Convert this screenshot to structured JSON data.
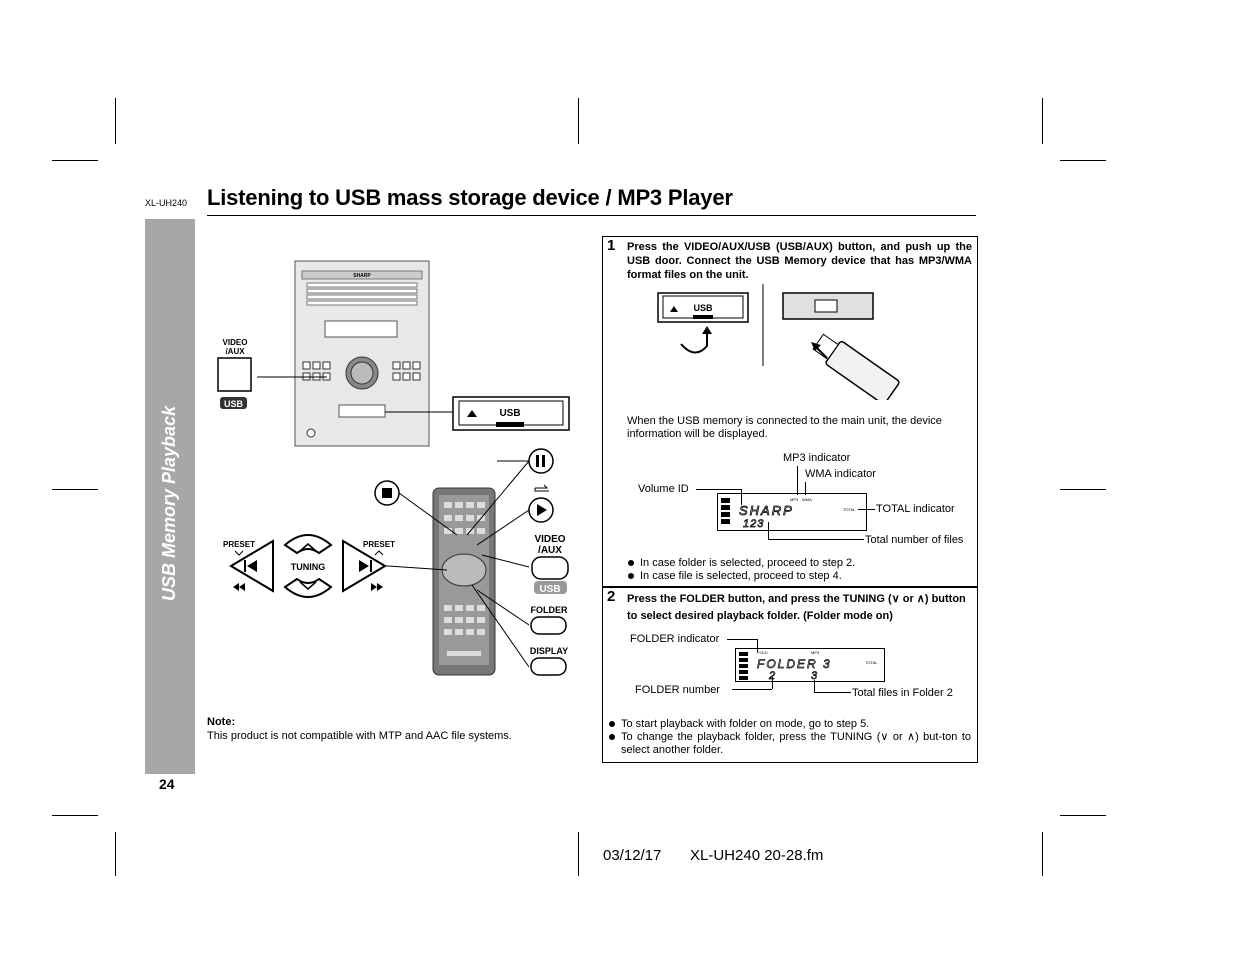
{
  "header": {
    "model": "XL-UH240",
    "title": "Listening to USB mass storage device / MP3 Player"
  },
  "sidebar": {
    "section": "USB Memory Playback"
  },
  "page_number": "24",
  "figure_left": {
    "video_aux_label": "VIDEO\n/AUX",
    "usb_badge": "USB",
    "usb_door_label": "USB",
    "preset_left": "PRESET",
    "preset_right": "PRESET",
    "tuning": "TUNING",
    "video_aux_label2": "VIDEO\n/AUX",
    "usb_badge2": "USB",
    "folder_label": "FOLDER",
    "display_label": "DISPLAY",
    "brand": "SHARP"
  },
  "note": {
    "heading": "Note:",
    "text": "This product is not compatible with MTP and AAC file systems."
  },
  "steps": [
    {
      "number": "1",
      "instruction": "Press the VIDEO/AUX/USB (USB/AUX) button, and push up the USB door. Connect the USB Memory device that has MP3/WMA format files on the unit.",
      "usb_door_label": "USB",
      "info_text": "When the USB memory is connected to the main unit, the device information will be displayed.",
      "display": {
        "main_text": "SHARP",
        "sub_text": "123",
        "mp3_label": "MP3",
        "wma_label": "WMA",
        "total_label": "TOTAL"
      },
      "callouts": {
        "mp3_indicator": "MP3 indicator",
        "wma_indicator": "WMA indicator",
        "volume_id": "Volume ID",
        "total_indicator": "TOTAL indicator",
        "total_files": "Total number of files"
      },
      "bullets": [
        "In case folder is selected, proceed to step 2.",
        "In case file is selected, proceed to step 4."
      ]
    },
    {
      "number": "2",
      "instruction": "Press the FOLDER button, and press the TUNING (∨ or ∧) button to select desired playback folder. (Folder mode on)",
      "display": {
        "main_text": "FOLDER 3",
        "folder_num": "2",
        "files_num": "3",
        "fold_label": "FOLD",
        "mp3_label": "MP3",
        "total_label": "TOTAL"
      },
      "callouts": {
        "folder_indicator": "FOLDER indicator",
        "folder_number": "FOLDER number",
        "total_files_folder": "Total files in Folder 2"
      },
      "bullets": [
        "To start playback with folder on mode, go to step 5.",
        "To change the playback folder, press the TUNING (∨ or ∧) but-ton to select another folder."
      ]
    }
  ],
  "footer": {
    "date": "03/12/17",
    "file": "XL-UH240 20-28.fm"
  }
}
